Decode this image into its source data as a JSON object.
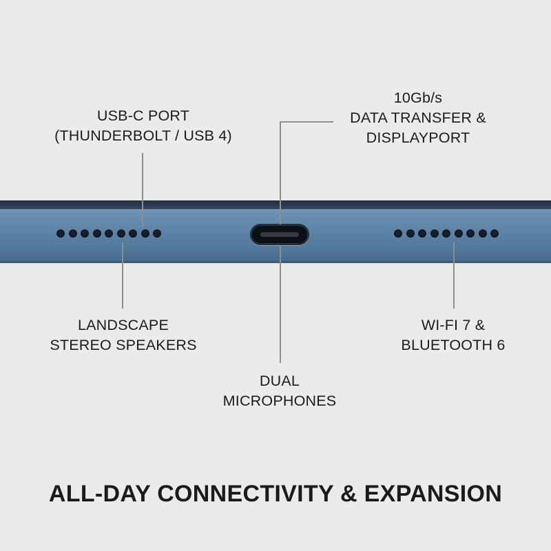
{
  "callouts": {
    "usb_c_port": {
      "line1": "USB-C PORT",
      "line2": "(THUNDERBOLT / USB 4)"
    },
    "data_transfer": {
      "line1": "10Gb/s",
      "line2": "DATA TRANSFER &",
      "line3": "DISPLAYPORT"
    },
    "speakers": {
      "line1": "LANDSCAPE",
      "line2": "STEREO SPEAKERS"
    },
    "microphones": {
      "line1": "DUAL",
      "line2": "MICROPHONES"
    },
    "wireless": {
      "line1": "WI-FI 7 &",
      "line2": "BLUETOOTH 6"
    }
  },
  "headline": "ALL-DAY CONNECTIVITY & EXPANSION",
  "colors": {
    "background": "#ecebe9",
    "device_body": "#5f86a9",
    "device_top_edge": "#223044",
    "callout_line": "#8d8f92",
    "text": "#1b1b1d"
  }
}
